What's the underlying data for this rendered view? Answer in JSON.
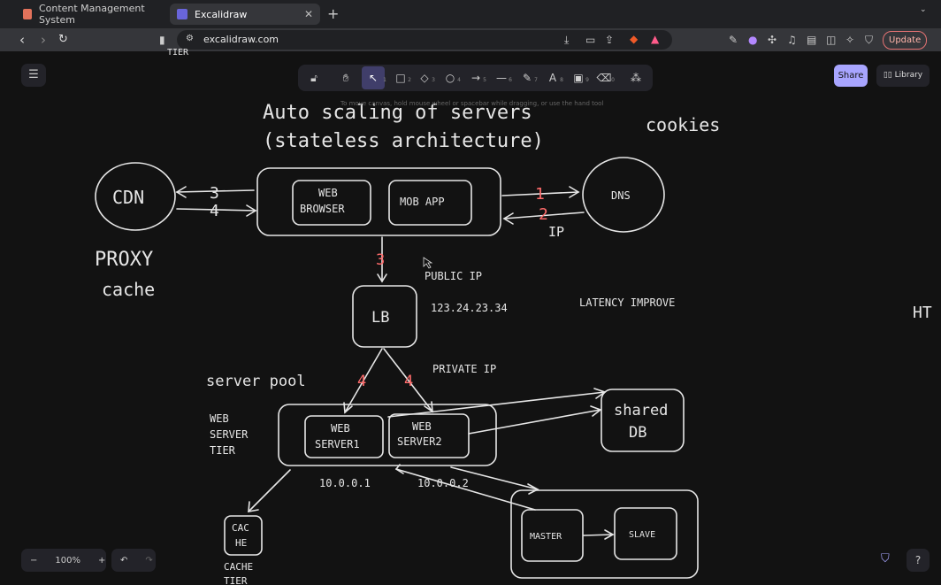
{
  "browser": {
    "tabs": [
      {
        "label": "Content Management System",
        "active": false
      },
      {
        "label": "Excalidraw",
        "active": true
      }
    ],
    "url": "excalidraw.com",
    "update_label": "Update"
  },
  "excalidraw": {
    "tool_numbers": [
      "",
      "",
      "1",
      "2",
      "3",
      "4",
      "5",
      "6",
      "7",
      "8",
      "9",
      "0",
      ""
    ],
    "hint": "To move canvas, hold mouse wheel or spacebar while dragging, or use the hand tool",
    "share_label": "Share",
    "library_label": "Library",
    "zoom": "100%"
  },
  "diagram": {
    "title_line1": "Auto scaling of servers",
    "title_line2": "(stateless architecture)",
    "cookies": "cookies",
    "cdn": "CDN",
    "proxy": "PROXY",
    "cache": "cache",
    "web_browser_1": "WEB",
    "web_browser_2": "BROWSER",
    "mob_app": "MOB APP",
    "dns": "DNS",
    "ip": "IP",
    "arrow_3a": "3",
    "arrow_4a": "4",
    "arrow_1": "1",
    "arrow_2": "2",
    "arrow_3b": "3",
    "public_ip": "PUBLIC IP",
    "public_ip_addr": "123.24.23.34",
    "latency": "LATENCY IMPROVE",
    "ht": "HT",
    "lb": "LB",
    "arrow_4b": "4",
    "arrow_4c": "4",
    "private_ip": "PRIVATE IP",
    "server_pool": "server pool",
    "tier_1": "WEB",
    "tier_2": "SERVER",
    "tier_3": "TIER",
    "ws1_1": "WEB",
    "ws1_2": "SERVER1",
    "ws2_1": "WEB",
    "ws2_2": "SERVER2",
    "shared_1": "shared",
    "shared_2": "DB",
    "ip1": "10.0.0.1",
    "ip2": "10.0.0.2",
    "cache_box_1": "CAC",
    "cache_box_2": "HE",
    "cache_tier_1": "CACHE",
    "cache_tier_2": "TIER",
    "master": "MASTER",
    "slave": "SLAVE",
    "top_cut": "TIER"
  }
}
